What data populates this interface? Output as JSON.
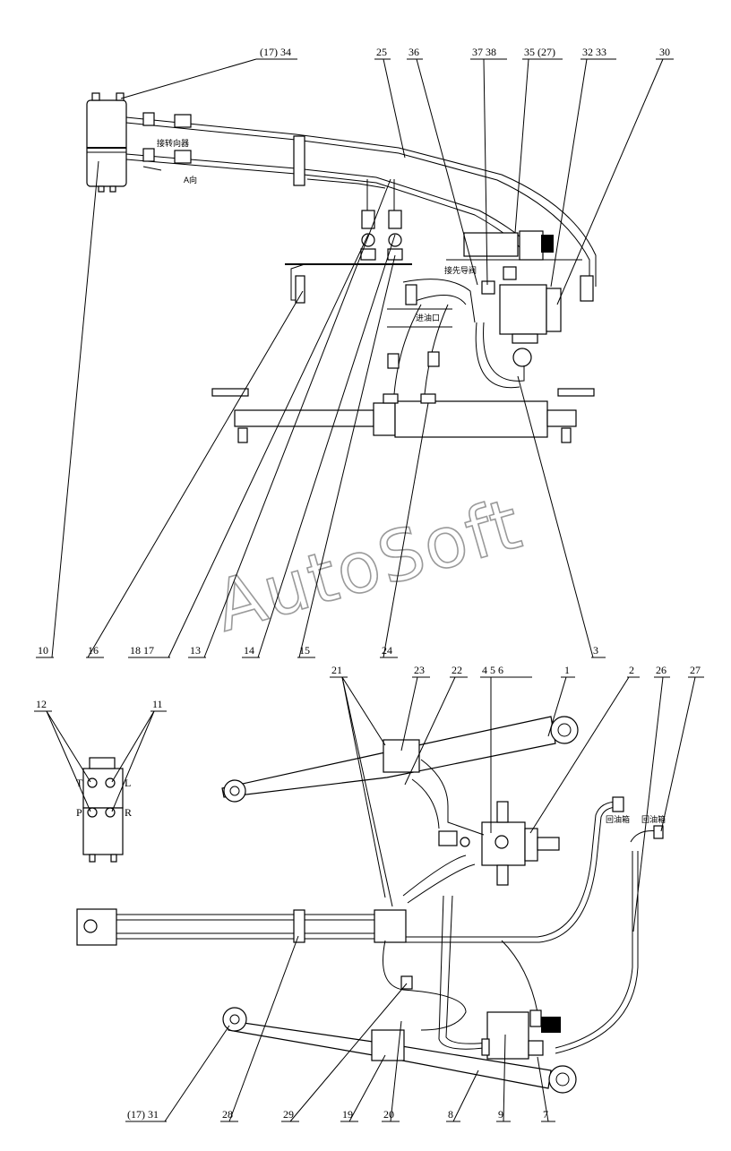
{
  "watermark": "AutoSoft",
  "notes": {
    "steering_gear_dir": "接转向器",
    "view_a": "A向",
    "pilot_valve": "接先导阀",
    "oil_in": "进油口",
    "return_tank_1": "回油箱",
    "return_tank_2": "回油箱"
  },
  "callouts_top": [
    {
      "id": "c_17_34",
      "text": "(17) 34"
    },
    {
      "id": "c_25",
      "text": "25"
    },
    {
      "id": "c_36",
      "text": "36"
    },
    {
      "id": "c_37_38",
      "text": "37 38"
    },
    {
      "id": "c_35_27",
      "text": "35 (27)"
    },
    {
      "id": "c_32_33",
      "text": "32 33"
    },
    {
      "id": "c_30",
      "text": "30"
    }
  ],
  "callouts_middle": [
    {
      "id": "c_10",
      "text": "10"
    },
    {
      "id": "c_16",
      "text": "16"
    },
    {
      "id": "c_18_17",
      "text": "18 17"
    },
    {
      "id": "c_13",
      "text": "13"
    },
    {
      "id": "c_14",
      "text": "14"
    },
    {
      "id": "c_15",
      "text": "15"
    },
    {
      "id": "c_24",
      "text": "24"
    },
    {
      "id": "c_3",
      "text": "3"
    }
  ],
  "callouts_lower_top": [
    {
      "id": "c_21",
      "text": "21"
    },
    {
      "id": "c_23",
      "text": "23"
    },
    {
      "id": "c_22",
      "text": "22"
    },
    {
      "id": "c_4_5_6",
      "text": "4 5 6"
    },
    {
      "id": "c_1",
      "text": "1"
    },
    {
      "id": "c_2",
      "text": "2"
    },
    {
      "id": "c_26",
      "text": "26"
    },
    {
      "id": "c_27",
      "text": "27"
    },
    {
      "id": "c_12",
      "text": "12"
    },
    {
      "id": "c_11",
      "text": "11"
    }
  ],
  "port_letters": {
    "t": "T",
    "l": "L",
    "p": "P",
    "r": "R"
  },
  "callouts_bottom": [
    {
      "id": "c_17_31",
      "text": "(17) 31"
    },
    {
      "id": "c_28",
      "text": "28"
    },
    {
      "id": "c_29",
      "text": "29"
    },
    {
      "id": "c_19",
      "text": "19"
    },
    {
      "id": "c_20",
      "text": "20"
    },
    {
      "id": "c_8",
      "text": "8"
    },
    {
      "id": "c_9",
      "text": "9"
    },
    {
      "id": "c_7",
      "text": "7"
    }
  ]
}
